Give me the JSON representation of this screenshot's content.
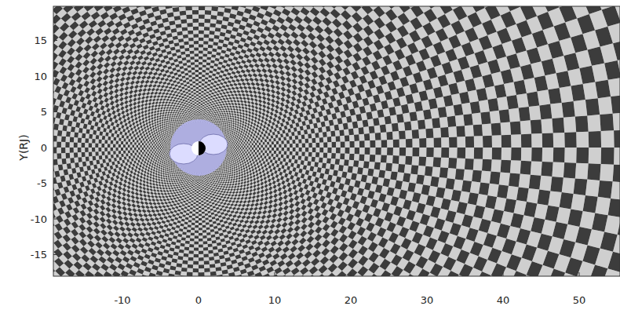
{
  "diagram": {
    "labels": [
      "15",
      "10",
      "5",
      "0",
      "-5",
      "-10",
      "-15",
      "Y(RJ)",
      "-10",
      "0",
      "10",
      "20",
      "30",
      "40",
      "50"
    ]
  }
}
